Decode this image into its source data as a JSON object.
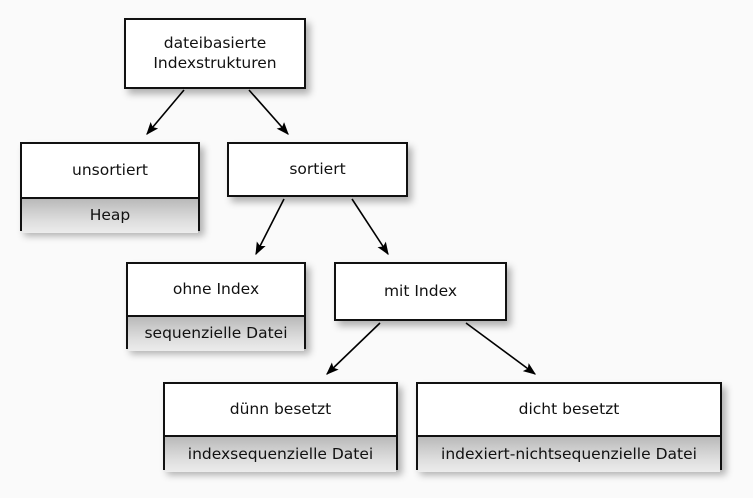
{
  "diagram": {
    "title": "dateibasierte Indexstrukturen Hierarchie",
    "language": "de",
    "background_color": "#fafafa",
    "node_border_color": "#111111",
    "node_fill_color": "#ffffff",
    "node_sub_fill_color": "#d8d8d8",
    "edge_color": "#000000"
  },
  "nodes": {
    "root": {
      "label": "dateibasierte\nIndexstrukturen",
      "line1": "dateibasierte",
      "line2": "Indexstrukturen"
    },
    "unsortiert": {
      "label": "unsortiert",
      "sub": "Heap"
    },
    "sortiert": {
      "label": "sortiert"
    },
    "ohne_index": {
      "label": "ohne Index",
      "sub": "sequenzielle Datei"
    },
    "mit_index": {
      "label": "mit Index"
    },
    "duenn_besetzt": {
      "label": "dünn besetzt",
      "sub": "indexsequenzielle Datei"
    },
    "dicht_besetzt": {
      "label": "dicht besetzt",
      "sub": "indexiert-nichtsequenzielle Datei"
    }
  },
  "edges": [
    {
      "from": "root",
      "to": "unsortiert"
    },
    {
      "from": "root",
      "to": "sortiert"
    },
    {
      "from": "sortiert",
      "to": "ohne_index"
    },
    {
      "from": "sortiert",
      "to": "mit_index"
    },
    {
      "from": "mit_index",
      "to": "duenn_besetzt"
    },
    {
      "from": "mit_index",
      "to": "dicht_besetzt"
    }
  ]
}
